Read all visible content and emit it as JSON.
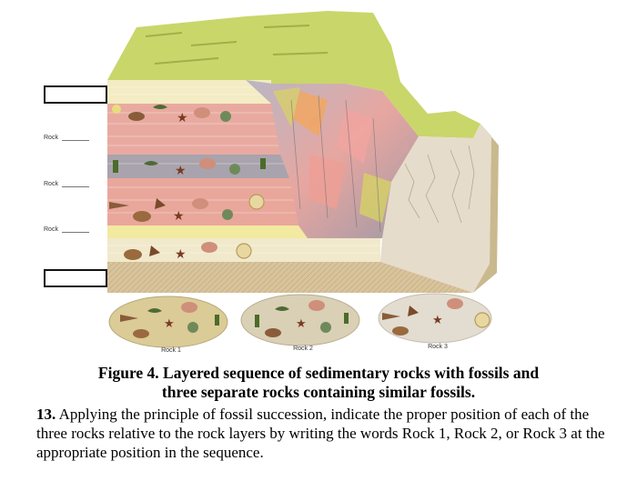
{
  "diagram": {
    "side_labels": [
      "Rock",
      "Rock",
      "Rock"
    ],
    "rock_samples": [
      {
        "label": "Rock 1",
        "fill": "#dacb97"
      },
      {
        "label": "Rock 2",
        "fill": "#d9d0b6"
      },
      {
        "label": "Rock 3",
        "fill": "#e2ddd0"
      }
    ],
    "colors": {
      "grass": "#c9d66a",
      "cream": "#f3ecc4",
      "pink": "#e8aaa0",
      "gray": "#a9a3ad",
      "yellow": "#f2eaa0",
      "tan": "#d9c39a"
    }
  },
  "caption": {
    "line1": "Figure 4. Layered sequence of sedimentary rocks with fossils and",
    "line2": "three separate rocks containing similar fossils."
  },
  "question": {
    "number": "13.",
    "text": "Applying the principle of fossil succession, indicate the proper position of each of the three rocks relative to the rock layers by writing the words Rock 1, Rock 2, or Rock 3 at the appropriate position in the sequence."
  }
}
